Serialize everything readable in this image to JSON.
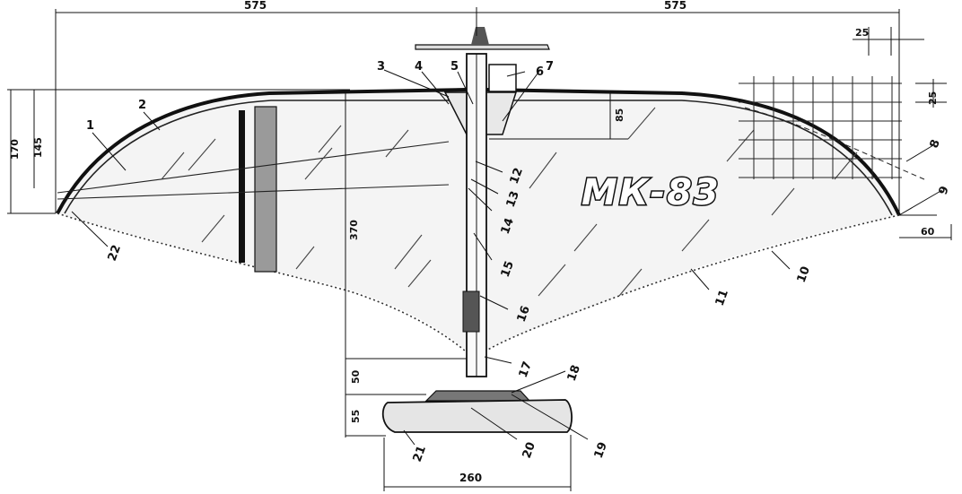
{
  "title": "МК-83",
  "dimensions": {
    "half_span_left": "575",
    "half_span_right": "575",
    "wing_height_left": "170",
    "tip_height": "145",
    "root_to_elevator": "370",
    "nose_offset": "85",
    "grid_cell_horizontal": "25",
    "grid_cell_vertical": "25",
    "tip_overhang": "60",
    "tail_gap": "50",
    "stab_chord": "55",
    "stab_span": "260"
  },
  "callouts": [
    "1",
    "2",
    "3",
    "4",
    "5",
    "6",
    "7",
    "8",
    "9",
    "10",
    "11",
    "12",
    "13",
    "14",
    "15",
    "16",
    "17",
    "18",
    "19",
    "20",
    "21",
    "22"
  ]
}
